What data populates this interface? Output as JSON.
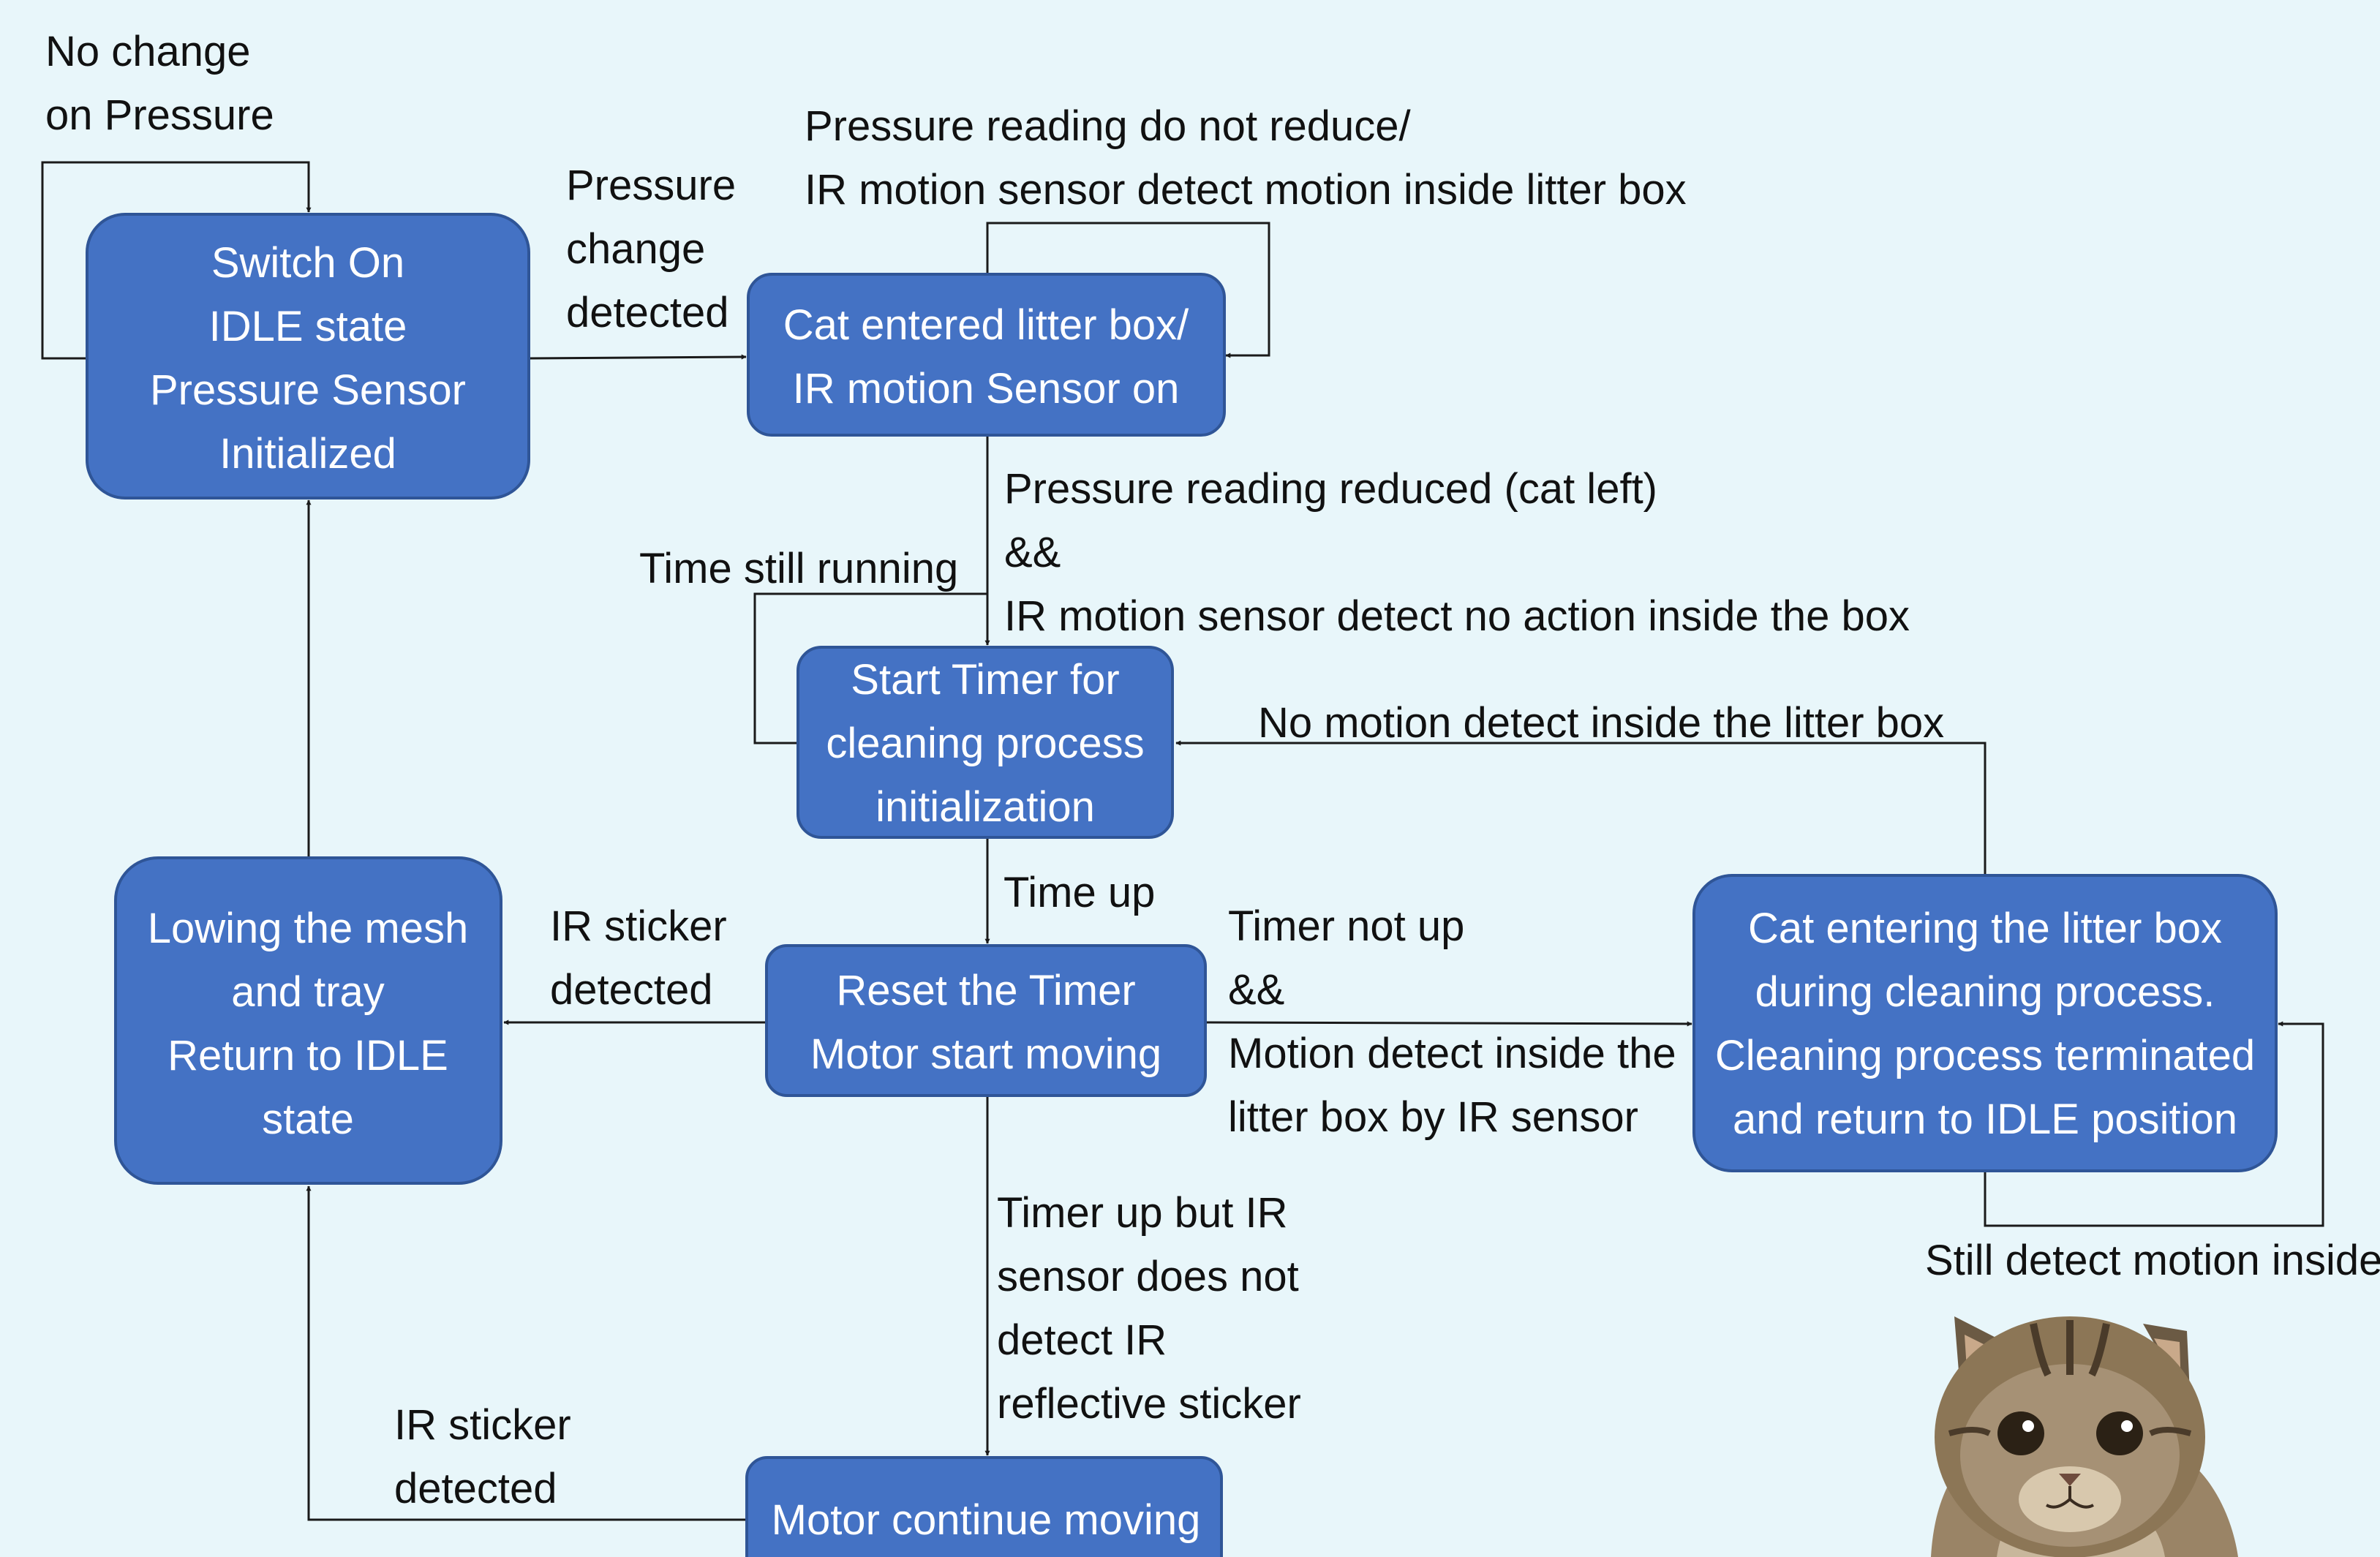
{
  "colors": {
    "background": "#e8f6fa",
    "node_fill": "#4472c4",
    "node_border": "#2f5597",
    "node_text": "#ffffff",
    "edge": "#1a1a1a",
    "label_text": "#111111"
  },
  "nodes": {
    "idle": [
      "Switch On",
      "IDLE state",
      "Pressure Sensor",
      "Initialized"
    ],
    "cat_entered": [
      "Cat entered litter box/",
      "IR motion Sensor on"
    ],
    "start_timer": [
      "Start Timer for",
      "cleaning process",
      "initialization"
    ],
    "reset_timer": [
      "Reset the Timer",
      "Motor start moving"
    ],
    "lowering": [
      "Lowing the mesh",
      "and tray",
      "Return to IDLE",
      "state"
    ],
    "cat_entering_cleaning": [
      "Cat entering the litter box",
      "during cleaning process.",
      "Cleaning process terminated",
      "and return to IDLE position"
    ],
    "motor_continue": [
      "Motor continue moving"
    ]
  },
  "edge_labels": {
    "no_change_pressure": [
      "No change",
      "on Pressure"
    ],
    "pressure_change": [
      "Pressure",
      "change",
      "detected"
    ],
    "pressure_not_reduce": [
      "Pressure reading do not reduce/",
      "IR motion sensor detect motion inside litter box"
    ],
    "pressure_reduced": [
      "Pressure reading reduced (cat left)",
      "&&",
      "IR motion sensor detect no action inside the box"
    ],
    "time_still_running": [
      "Time still running"
    ],
    "no_motion_detect": [
      "No motion detect inside the litter box"
    ],
    "time_up": [
      "Time up"
    ],
    "ir_sticker_detected_1": [
      "IR sticker",
      "detected"
    ],
    "timer_not_up": [
      "Timer not up",
      "&&",
      "Motion detect inside the",
      "litter box by IR sensor"
    ],
    "timer_up_ir": [
      "Timer up but IR",
      "sensor does not",
      "detect IR",
      "reflective sticker"
    ],
    "ir_sticker_detected_2": [
      "IR sticker",
      "detected"
    ],
    "still_detect_motion": [
      "Still detect motion inside"
    ]
  },
  "images": {
    "cat_photo": "cat-photo"
  }
}
